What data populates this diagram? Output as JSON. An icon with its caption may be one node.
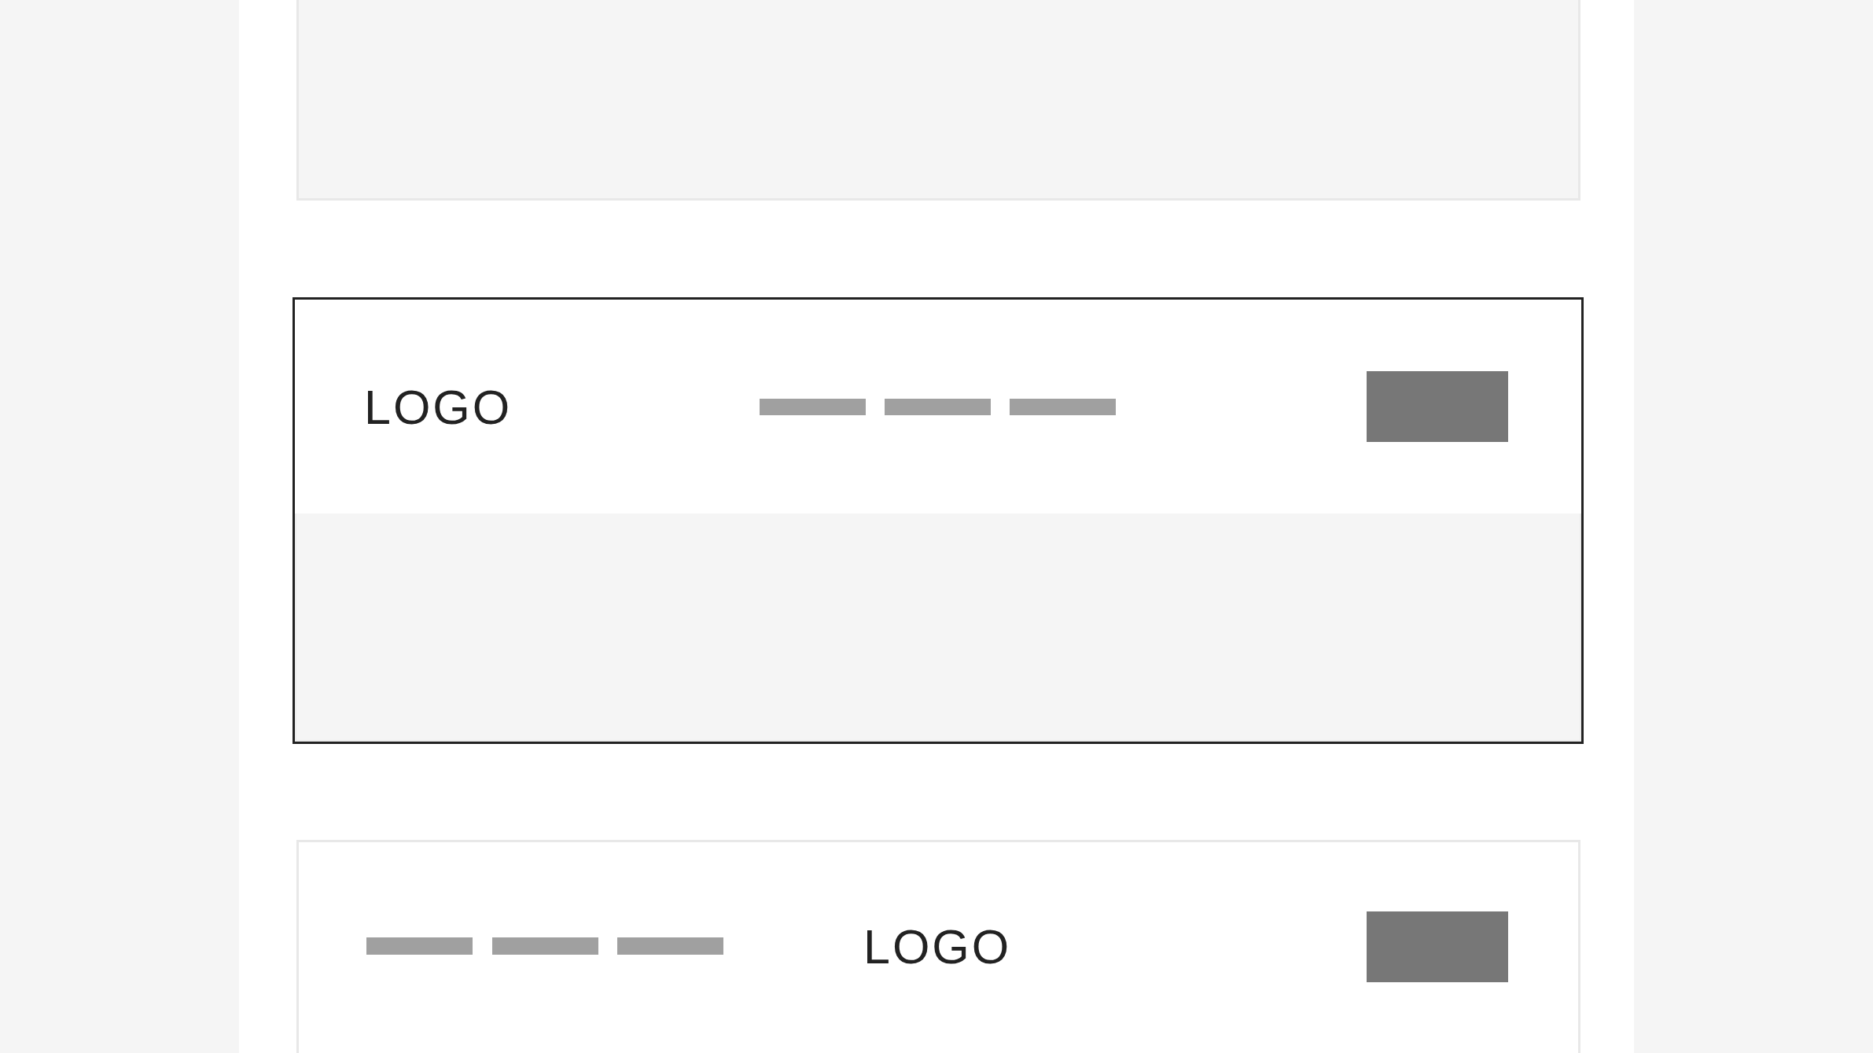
{
  "diagram": {
    "nodes": [
      {
        "text": [],
        "shape": "box"
      },
      {
        "text": [],
        "shape": "box"
      },
      {
        "text": [
          "LOGO"
        ],
        "in": 1
      },
      {
        "text": [],
        "shape": "bar",
        "in": 2
      },
      {
        "text": [],
        "shape": "bar",
        "in": 2
      },
      {
        "text": [],
        "shape": "bar",
        "in": 2
      },
      {
        "text": [],
        "shape": "box",
        "in": 2
      },
      {
        "text": [
          "LOGO"
        ]
      },
      {
        "text": [],
        "shape": "bar",
        "in": 7
      },
      {
        "text": [],
        "shape": "bar",
        "in": 7
      },
      {
        "text": [],
        "shape": "bar",
        "in": 7
      },
      {
        "text": [],
        "shape": "box",
        "in": 7
      }
    ]
  }
}
